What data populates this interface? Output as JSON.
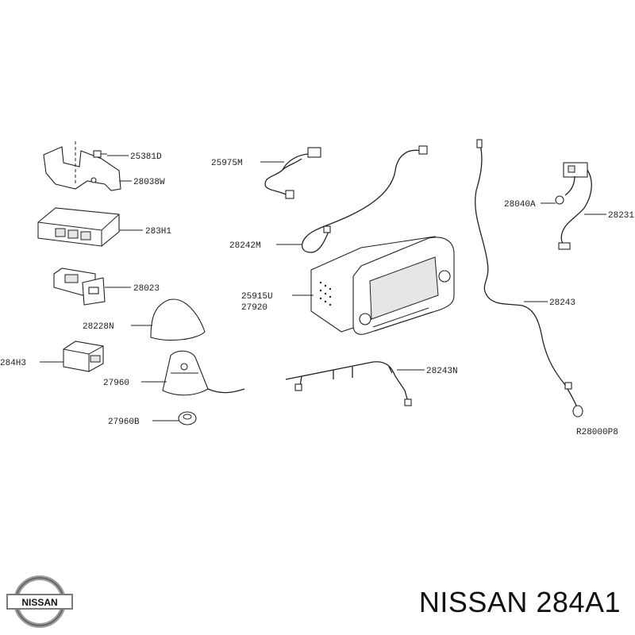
{
  "labels": {
    "p25381D": "25381D",
    "p28038W": "28038W",
    "p283H1": "283H1",
    "p28023": "28023",
    "p28228N": "28228N",
    "p284H3": "284H3",
    "p27960": "27960",
    "p27960B": "27960B",
    "p25975M": "25975M",
    "p28242M": "28242M",
    "p25915U": "25915U",
    "p27920": "27920",
    "p28243N": "28243N",
    "p28040A": "28040A",
    "p28231": "28231",
    "p28243": "28243",
    "ref": "R28000P8"
  },
  "logo": {
    "text": "NISSAN"
  },
  "caption": "NISSAN 284A1"
}
